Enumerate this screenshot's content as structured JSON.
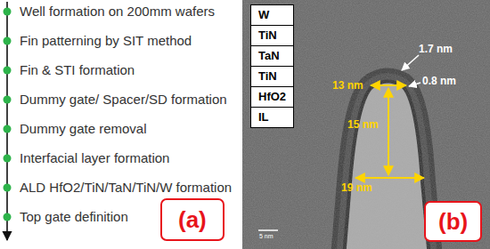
{
  "diagram": {
    "nodes": [
      {
        "text": [
          "W",
          "TiN",
          "TaN",
          "TiN",
          "HfO2",
          "IL"
        ]
      },
      {
        "text": [
          "(a)"
        ]
      },
      {
        "text": [
          "(b)"
        ]
      }
    ],
    "labels": [
      "Well formation on 200mm wafers",
      "Fin patterning by SIT method",
      "Fin & STI formation",
      "Dummy gate/ Spacer/SD formation",
      "Dummy gate removal",
      "Interfacial layer formation",
      "ALD HfO2/TiN/TaN/TiN/W formation",
      "Top gate definition",
      "13 nm",
      "15 nm",
      "19 nm",
      "1.7 nm",
      "0.8 nm",
      "5 nm"
    ]
  }
}
